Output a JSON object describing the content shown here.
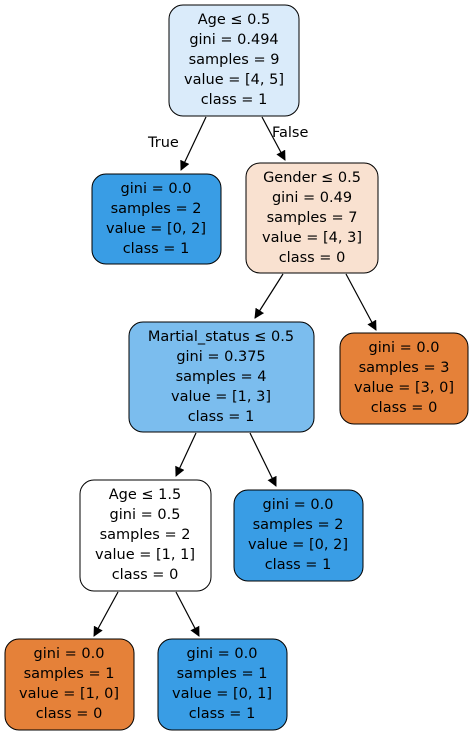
{
  "colors": {
    "root": "#daebfa",
    "leaf_class1_pure": "#399de5",
    "gender_node": "#f9e1d0",
    "leaf_class0_pure": "#e58139",
    "martial_node": "#7bbdee",
    "age2_node": "#ffffff",
    "stroke": "#000000",
    "arrow": "#000000"
  },
  "edge_labels": {
    "true_label": "True",
    "false_label": "False"
  },
  "nodes": {
    "root": {
      "line1": "Age ≤ 0.5",
      "line2": "gini = 0.494",
      "line3": "samples = 9",
      "line4": "value = [4, 5]",
      "line5": "class = 1"
    },
    "leaf_a": {
      "line1": "gini = 0.0",
      "line2": "samples = 2",
      "line3": "value = [0, 2]",
      "line4": "class = 1"
    },
    "gender": {
      "line1": "Gender ≤ 0.5",
      "line2": "gini = 0.49",
      "line3": "samples = 7",
      "line4": "value = [4, 3]",
      "line5": "class = 0"
    },
    "martial": {
      "line1": "Martial_status ≤ 0.5",
      "line2": "gini = 0.375",
      "line3": "samples = 4",
      "line4": "value = [1, 3]",
      "line5": "class = 1"
    },
    "leaf_b": {
      "line1": "gini = 0.0",
      "line2": "samples = 3",
      "line3": "value = [3, 0]",
      "line4": "class = 0"
    },
    "age2": {
      "line1": "Age ≤ 1.5",
      "line2": "gini = 0.5",
      "line3": "samples = 2",
      "line4": "value = [1, 1]",
      "line5": "class = 0"
    },
    "leaf_c": {
      "line1": "gini = 0.0",
      "line2": "samples = 2",
      "line3": "value = [0, 2]",
      "line4": "class = 1"
    },
    "leaf_d": {
      "line1": "gini = 0.0",
      "line2": "samples = 1",
      "line3": "value = [1, 0]",
      "line4": "class = 0"
    },
    "leaf_e": {
      "line1": "gini = 0.0",
      "line2": "samples = 1",
      "line3": "value = [0, 1]",
      "line4": "class = 1"
    }
  }
}
